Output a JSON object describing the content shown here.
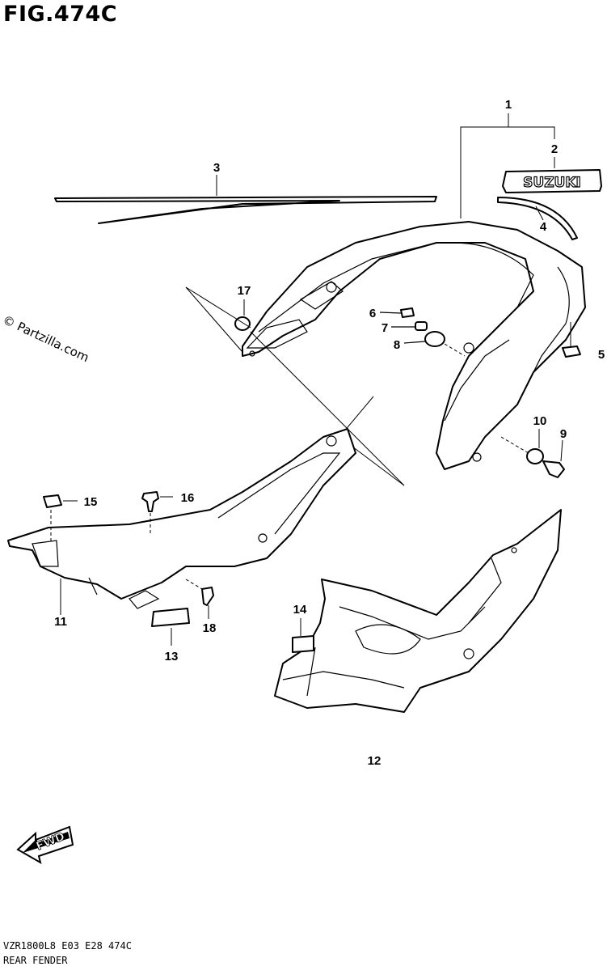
{
  "figure": {
    "title": "FIG.474C",
    "watermark": "© Partzilla.com",
    "model_code": "VZR1800L8  E03  E28  474C",
    "section_name": "REAR FENDER",
    "fwd_label": "FWD",
    "emblem_text": "SUZUKI"
  },
  "callouts": [
    "1",
    "2",
    "3",
    "4",
    "5",
    "6",
    "7",
    "8",
    "9",
    "10",
    "11",
    "12",
    "13",
    "14",
    "15",
    "16",
    "17",
    "18"
  ]
}
